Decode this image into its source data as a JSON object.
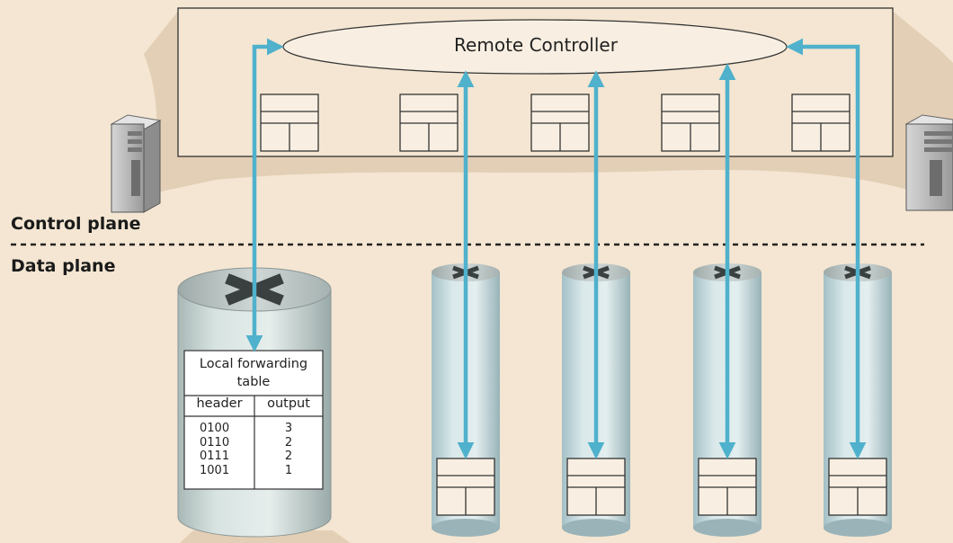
{
  "control_plane_label": "Control plane",
  "data_plane_label": "Data plane",
  "remote_controller_label": "Remote Controller",
  "forwarding_table": {
    "title": "Local forwarding table",
    "columns": [
      "header",
      "output"
    ],
    "rows": [
      {
        "header": "0100",
        "output": "3"
      },
      {
        "header": "0110",
        "output": "2"
      },
      {
        "header": "0111",
        "output": "2"
      },
      {
        "header": "1001",
        "output": "1"
      }
    ]
  },
  "colors": {
    "background": "#f4e6d2",
    "arrow": "#4fb1cc",
    "shadow": "#e3cfb6",
    "cylinder_fill": "#c9dcda"
  },
  "icons": [
    "server-icon",
    "router-icon",
    "flow-table-icon"
  ]
}
